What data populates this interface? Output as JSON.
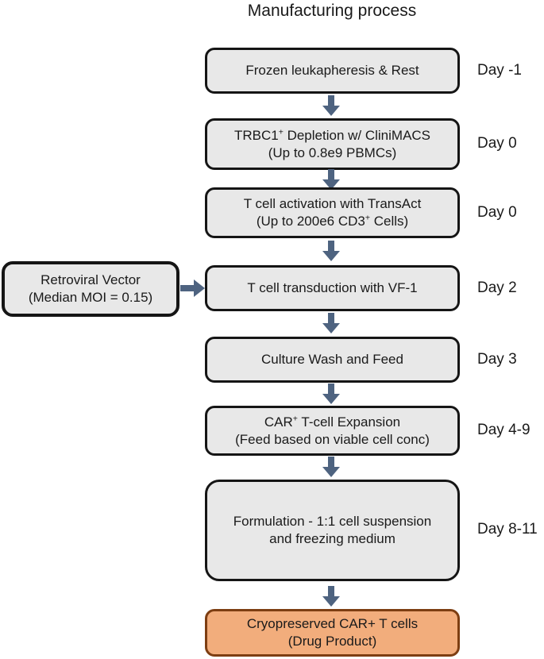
{
  "title": "Manufacturing process",
  "colors": {
    "box_fill": "#e8e8e8",
    "box_border": "#151515",
    "arrow": "#4e6380",
    "final_box_fill": "#f2ad7c",
    "final_box_border": "#7d3e12"
  },
  "side_box": {
    "line1": "Retroviral Vector",
    "line2": "(Median MOI = 0.15)"
  },
  "steps": {
    "s1": {
      "t1": "Frozen leukapheresis & Rest",
      "day": "Day -1"
    },
    "s2": {
      "t1a": "TRBC1",
      "t1sup": "+",
      "t1b": " Depletion w/ CliniMACS",
      "t2": "(Up to 0.8e9 PBMCs)",
      "day": "Day 0"
    },
    "s3": {
      "t1": "T cell activation with TransAct",
      "t2a": "(Up to 200e6 CD3",
      "t2sup": "+",
      "t2b": " Cells)",
      "day": "Day 0"
    },
    "s4": {
      "t1": "T cell transduction with VF-1",
      "day": "Day 2"
    },
    "s5": {
      "t1": "Culture Wash and Feed",
      "day": "Day 3"
    },
    "s6": {
      "t1a": "CAR",
      "t1sup": "+",
      "t1b": " T-cell Expansion",
      "t2": "(Feed based on viable cell conc)",
      "day": "Day 4-9"
    },
    "s7": {
      "t1": "Formulation - 1:1 cell suspension",
      "t2": "and freezing medium",
      "day": "Day 8-11"
    },
    "s8": {
      "t1": "Cryopreserved CAR+ T cells",
      "t2": "(Drug Product)"
    }
  }
}
